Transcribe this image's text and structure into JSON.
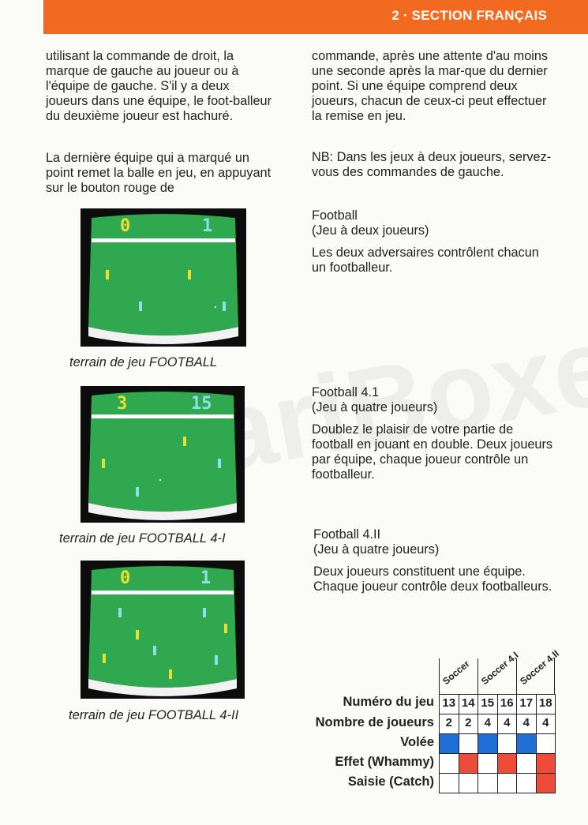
{
  "header": {
    "section": "2 · SECTION FRANÇAIS",
    "color": "#f26a1f"
  },
  "left_col": {
    "intro": "utilisant la commande de droit, la marque de gauche au joueur ou à l'équipe de gauche. S'il y a deux joueurs dans une équipe, le foot-balleur du deuxième joueur est hachuré.",
    "serve": "La dernière équipe qui a marqué un point remet la balle en jeu, en appuyant sur le bouton rouge de"
  },
  "right_col": {
    "continued": "commande, après une attente d'au moins une seconde après la mar-que du dernier point. Si une équipe comprend deux joueurs, chacun de ceux-ci peut effectuer la remise en jeu.",
    "nb_label": "NB:",
    "nb_text": "Dans les jeux à deux joueurs, servez-vous des commandes de gauche."
  },
  "games": [
    {
      "title": "Football",
      "subtitle": "(Jeu à deux joueurs)",
      "desc": "Les deux adversaires contrôlent chacun un footballeur."
    },
    {
      "title": "Football 4.1",
      "subtitle": "(Jeu à quatre joueurs)",
      "desc": "Doublez le plaisir de votre partie de football en jouant en double. Deux joueurs par équipe, chaque joueur contrôle un footballeur."
    },
    {
      "title": "Football 4.II",
      "subtitle": "(Jeu à quatre joueurs)",
      "desc": "Deux joueurs constituent une équipe. Chaque joueur contrôle deux footballeurs."
    }
  ],
  "screens": [
    {
      "caption": "terrain de jeu FOOTBALL",
      "score_left": "0",
      "score_right": "1"
    },
    {
      "caption": "terrain de jeu FOOTBALL 4-I",
      "score_left": "3",
      "score_right": "15"
    },
    {
      "caption": "terrain de jeu FOOTBALL 4-II",
      "score_left": "0",
      "score_right": "1"
    }
  ],
  "colors": {
    "field": "#2fa84f",
    "left_score": "#e8e030",
    "right_score": "#8ee0e8",
    "blue": "#1f6fd6",
    "red": "#ee4b3a"
  },
  "table": {
    "groups": [
      "Soccer",
      "Soccer 4.I",
      "Soccer 4.II"
    ],
    "row_labels": [
      "Numéro du jeu",
      "Nombre de joueurs",
      "Volée",
      "Effet (Whammy)",
      "Saisie (Catch)"
    ],
    "game_numbers": [
      "13",
      "14",
      "15",
      "16",
      "17",
      "18"
    ],
    "players": [
      "2",
      "2",
      "4",
      "4",
      "4",
      "4"
    ],
    "volee": [
      "blue",
      "",
      "blue",
      "",
      "blue",
      ""
    ],
    "effet": [
      "",
      "red",
      "",
      "red",
      "",
      "red"
    ],
    "saisie": [
      "",
      "",
      "",
      "",
      "",
      "red"
    ]
  }
}
